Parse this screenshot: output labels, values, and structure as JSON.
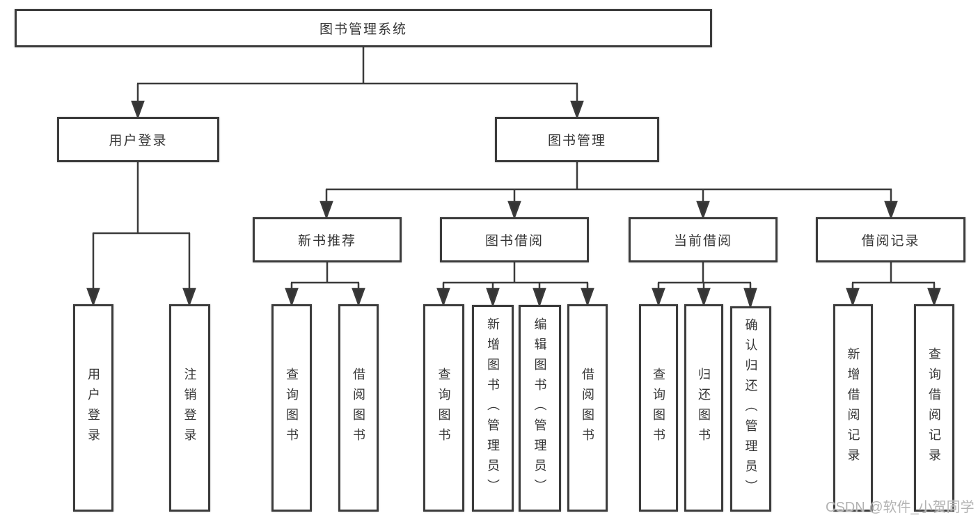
{
  "tree": {
    "label": "图书管理系统",
    "children": [
      {
        "label": "用户登录",
        "children": [
          {
            "label": "用户登录"
          },
          {
            "label": "注销登录"
          }
        ]
      },
      {
        "label": "图书管理",
        "children": [
          {
            "label": "新书推荐",
            "children": [
              {
                "label": "查询图书"
              },
              {
                "label": "借阅图书"
              }
            ]
          },
          {
            "label": "图书借阅",
            "children": [
              {
                "label": "查询图书"
              },
              {
                "label": "新增图书（管理员）"
              },
              {
                "label": "编辑图书（管理员）"
              },
              {
                "label": "借阅图书"
              }
            ]
          },
          {
            "label": "当前借阅",
            "children": [
              {
                "label": "查询图书"
              },
              {
                "label": "归还图书"
              },
              {
                "label": "确认归还（管理员）"
              }
            ]
          },
          {
            "label": "借阅记录",
            "children": [
              {
                "label": "新增借阅记录"
              },
              {
                "label": "查询借阅记录"
              }
            ]
          }
        ]
      }
    ]
  },
  "watermark": "CSDN @软件_小贺同学",
  "colors": {
    "line": "#3b3b3b",
    "box_border": "#3c3c3c",
    "text": "#353535",
    "watermark": "#b3b3b3",
    "background": "#ffffff"
  }
}
